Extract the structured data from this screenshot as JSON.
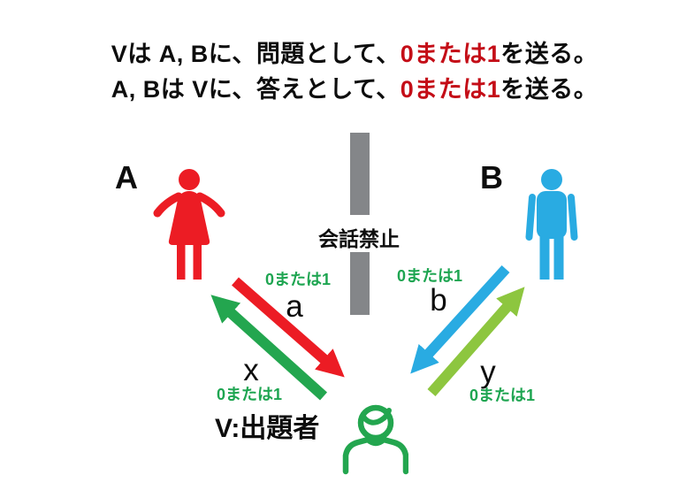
{
  "colors": {
    "red": "#ec1c24",
    "red-text": "#c40d17",
    "blue": "#29abe2",
    "green": "#23a64f",
    "green-text": "#1ea551",
    "light-green": "#8dc63f",
    "gray": "#848689",
    "text-black": "#0d0d0d"
  },
  "title": {
    "line1_pre": "Vは A, Bに、問題として、",
    "line1_highlight": "0または1",
    "line1_post": "を送る。",
    "line2_pre": "A, Bは Vに、答えとして、",
    "line2_highlight": "0または1",
    "line2_post": "を送る。"
  },
  "participants": {
    "a_label": "A",
    "b_label": "B",
    "v_label": "V:出題者"
  },
  "barrier_label": "会話禁止",
  "arrows": {
    "a_to_v": {
      "letter": "a",
      "value": "0または1"
    },
    "v_to_a": {
      "letter": "x",
      "value": "0または1"
    },
    "b_to_v": {
      "letter": "b",
      "value": "0または1"
    },
    "v_to_b": {
      "letter": "y",
      "value": "0または1"
    }
  }
}
